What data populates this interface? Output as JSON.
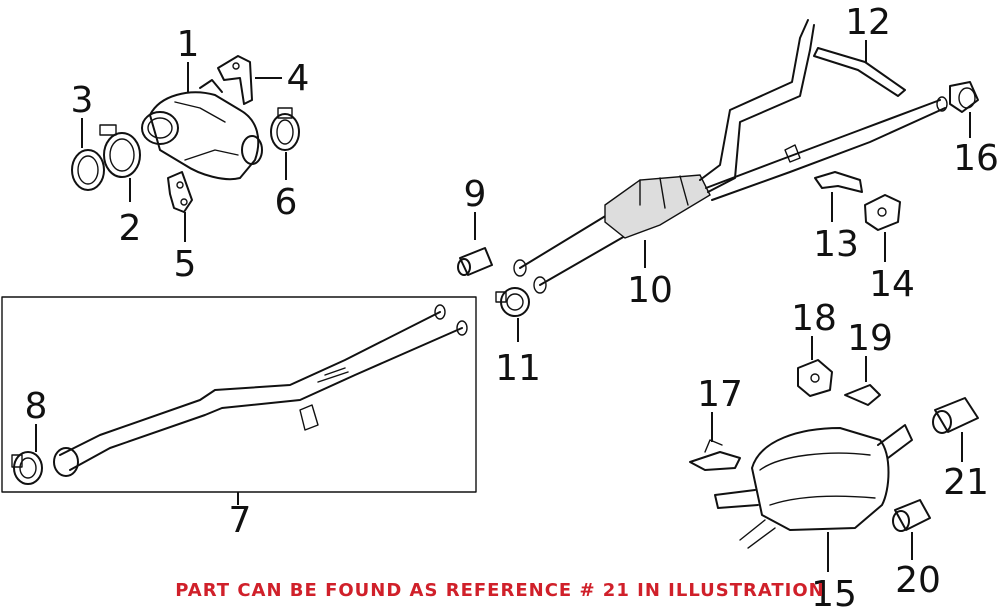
{
  "diagram": {
    "callouts": [
      {
        "id": "1",
        "label": "1"
      },
      {
        "id": "2",
        "label": "2"
      },
      {
        "id": "3",
        "label": "3"
      },
      {
        "id": "4",
        "label": "4"
      },
      {
        "id": "5",
        "label": "5"
      },
      {
        "id": "6",
        "label": "6"
      },
      {
        "id": "7",
        "label": "7"
      },
      {
        "id": "8",
        "label": "8"
      },
      {
        "id": "9",
        "label": "9"
      },
      {
        "id": "10",
        "label": "10"
      },
      {
        "id": "11",
        "label": "11"
      },
      {
        "id": "12",
        "label": "12"
      },
      {
        "id": "13",
        "label": "13"
      },
      {
        "id": "14",
        "label": "14"
      },
      {
        "id": "15",
        "label": "15"
      },
      {
        "id": "16",
        "label": "16"
      },
      {
        "id": "17",
        "label": "17"
      },
      {
        "id": "18",
        "label": "18"
      },
      {
        "id": "19",
        "label": "19"
      },
      {
        "id": "20",
        "label": "20"
      },
      {
        "id": "21",
        "label": "21"
      }
    ]
  },
  "footer": {
    "note": "PART CAN BE FOUND AS REFERENCE # 21 IN ILLUSTRATION"
  },
  "colors": {
    "line": "#111111",
    "footer_text": "#d0202a",
    "background": "#ffffff"
  }
}
